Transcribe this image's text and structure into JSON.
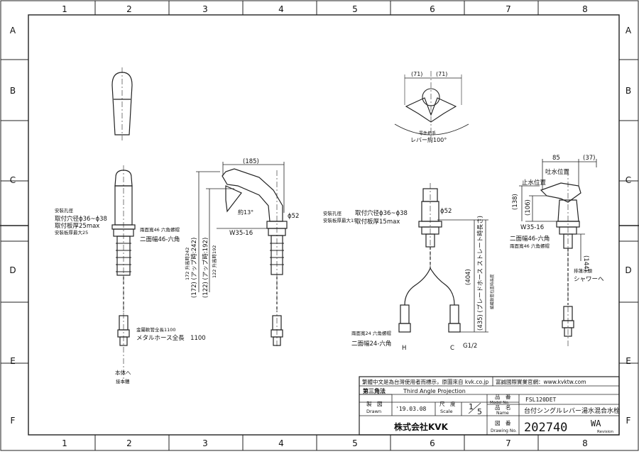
{
  "grid": {
    "columns": [
      "1",
      "2",
      "3",
      "4",
      "5",
      "6",
      "7",
      "8"
    ],
    "rows": [
      "A",
      "B",
      "C",
      "D",
      "E",
      "F"
    ]
  },
  "top_view": {
    "dims": [
      "(71)",
      "(71)"
    ],
    "notes": [
      "零件把手",
      "レバー約100°"
    ]
  },
  "side_view": {
    "top_dim": "(185)",
    "angle": "約13°",
    "diameter": "ϕ52",
    "thread": "W35-16",
    "vdims": [
      "172 升高時242",
      "(172) (アップ時:242)",
      "(122) (アップ時:192)",
      "122 升高時192"
    ]
  },
  "front_view": {
    "notes": [
      "安裝孔徑",
      "取付穴径ϕ36~ϕ38",
      "取付板厚25max",
      "安裝板厚最大25",
      "兩面寬46 六角螺帽",
      "二面幅46-六角",
      "金屬軟管全長1100",
      "メタルホース全長　1100",
      "本体へ",
      "接本體"
    ]
  },
  "mid_view": {
    "notes": [
      "安裝孔徑",
      "安裝板厚最大15",
      "取付穴径ϕ36~ϕ38",
      "取付板厚15max",
      "ϕ52",
      "(404)",
      "(435) (ブレードホース ストレート時長さ)",
      "編織軟管拉直時長度",
      "兩面寬24 六角螺帽",
      "二面幅24-六角",
      "H",
      "C",
      "G1/2"
    ]
  },
  "right_view": {
    "dims": [
      "85",
      "(37)",
      "(138)",
      "(106)",
      "(144)"
    ],
    "notes": [
      "吐水位置",
      "止水位置",
      "W35-16",
      "二面幅46-六角",
      "兩面寬46 六角螺帽",
      "排蓮水頭",
      "シャワーへ"
    ]
  },
  "title_block": {
    "notice": "繁體中文是為台灣使用者而標示，原圖來自 kvk.co.jp",
    "notice2": "富誠國際實業官網：www.kvktw.com",
    "projection_label": "第三角法",
    "projection_value": "Third Angle Projection",
    "drawn_label_jp": "製　図",
    "drawn_label_en": "Drawn",
    "drawn_date": "'19.03.08",
    "scale_label_jp": "尺　度",
    "scale_label_en": "Scale",
    "scale_num": "1",
    "scale_den": "5",
    "model_label_jp": "品　番",
    "model_label_en": "Model No.",
    "model_value": "FSL120DET",
    "name_label_jp": "品　名",
    "name_label_en": "Name",
    "name_value": "台付シングルレバー湯水混合水栓",
    "company": "株式会社KVK",
    "drawing_label_jp": "図　番",
    "drawing_label_en": "Drawing No.",
    "drawing_no": "202740",
    "revision": "WA",
    "revision_label": "Revision"
  }
}
